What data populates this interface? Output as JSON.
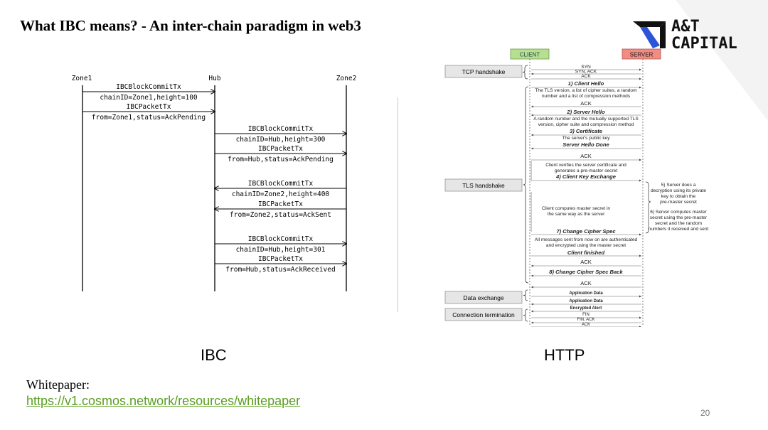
{
  "slide": {
    "title": "What IBC means? - An inter-chain paradigm in web3",
    "page_number": "20"
  },
  "logo": {
    "line1": "A&T",
    "line2": "CAPITAL",
    "colors": {
      "dark": "#111111",
      "accent": "#2a55d8"
    }
  },
  "ibc_diagram": {
    "zones": [
      "Zone1",
      "Hub",
      "Zone2"
    ],
    "messages": [
      {
        "l1": "IBCBlockCommitTx",
        "l2": "chainID=Zone1,height=100"
      },
      {
        "l1": "IBCPacketTx",
        "l2": "from=Zone1,status=AckPending"
      },
      {
        "l1": "IBCBlockCommitTx",
        "l2": "chainID=Hub,height=300"
      },
      {
        "l1": "IBCPacketTx",
        "l2": "from=Hub,status=AckPending"
      },
      {
        "l1": "IBCBlockCommitTx",
        "l2": "chainID=Zone2,height=400"
      },
      {
        "l1": "IBCPacketTx",
        "l2": "from=Zone2,status=AckSent"
      },
      {
        "l1": "IBCBlockCommitTx",
        "l2": "chainID=Hub,height=301"
      },
      {
        "l1": "IBCPacketTx",
        "l2": "from=Hub,status=AckReceived"
      }
    ],
    "caption": "IBC"
  },
  "http_diagram": {
    "client": "CLIENT",
    "server": "SERVER",
    "phases": [
      "TCP handshake",
      "TLS handshake",
      "Data exchange",
      "Connection termination"
    ],
    "tcp": [
      "SYN",
      "SYN, ACK",
      "ACK"
    ],
    "tls": {
      "client_hello": "1) Client Hello",
      "client_hello_d1": "The TLS version, a list of cipher suites, a random",
      "client_hello_d2": "number and a list of compression methods",
      "ack": "ACK",
      "server_hello": "2) Server Hello",
      "server_hello_d1": "A random number and the mutually supported TLS",
      "server_hello_d2": "version, cipher suite and compression method",
      "certificate": "3) Certificate",
      "certificate_d": "The server's public key",
      "server_hello_done": "Server Hello Done",
      "verify1": "Client verifies the server certificate and",
      "verify2": "generates a pre-master secret",
      "client_key_exchange": "4) Client Key Exchange",
      "s5_1": "5) Server does a",
      "s5_2": "decryption using its private",
      "s5_3": "key to obtain the",
      "s5_4": "pre-master secret",
      "s6_1": "6) Server computes master",
      "s6_2": "secret using the pre-master",
      "s6_3": "secret and the random",
      "s6_4": "numbers it received and sent",
      "compute1": "Client computes master secret in",
      "compute2": "the same way as the server",
      "change_cipher": "7) Change Cipher Spec",
      "auth1": "All messages sent from now on are authenticated",
      "auth2": "and encrypted using the master secret",
      "client_finished": "Client finished",
      "change_cipher_back": "8) Change Cipher Spec Back"
    },
    "data": [
      "Application Data",
      "Application Data",
      "Encrypted Alert"
    ],
    "termination": [
      "FIN",
      "FIN, ACK",
      "ACK"
    ],
    "caption": "HTTP"
  },
  "whitepaper": {
    "label": "Whitepaper:",
    "url": "https://v1.cosmos.network/resources/whitepaper"
  },
  "colors": {
    "client_box": "#b6e08f",
    "server_box": "#f28b82",
    "phase_box": "#e6e6e6",
    "link": "#5a9e1f"
  }
}
